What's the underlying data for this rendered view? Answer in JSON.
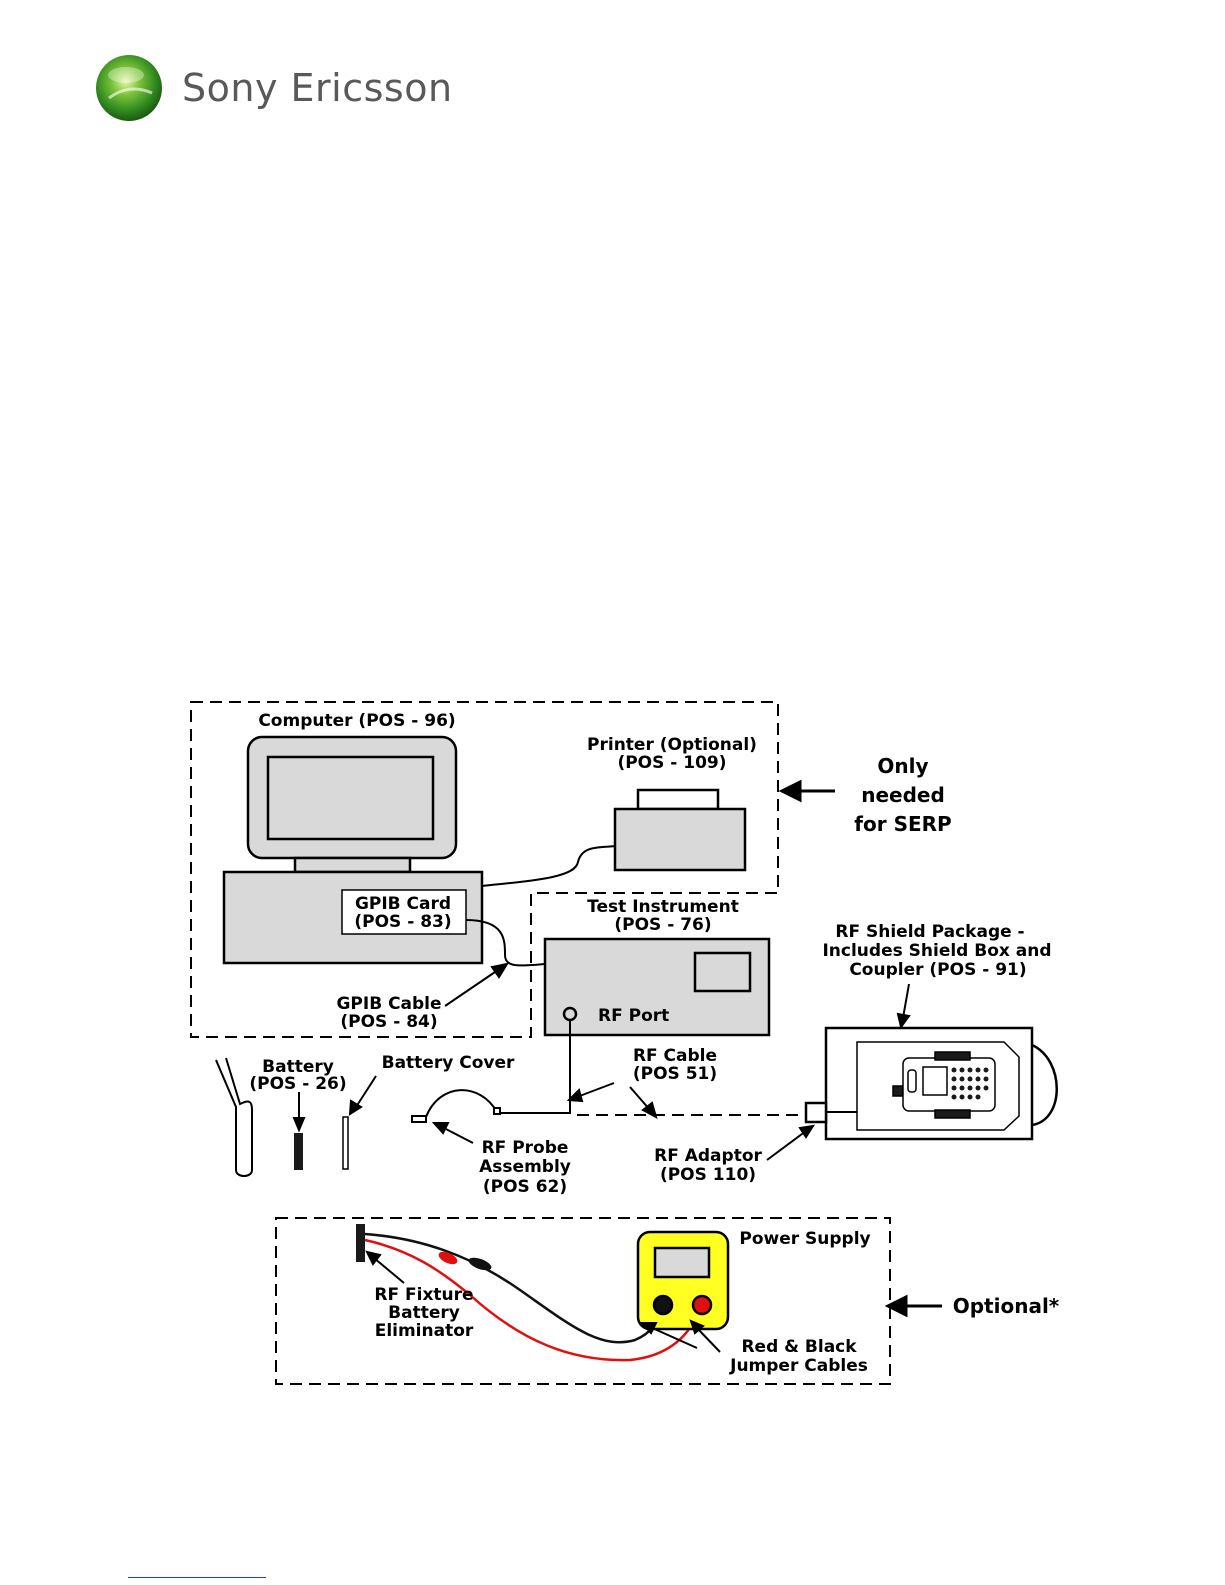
{
  "brand": {
    "name": "Sony Ericsson",
    "colors": {
      "sphere": "#2f8a1e",
      "sphere_light": "#c5ec7a",
      "text": "#595959"
    }
  },
  "diagram": {
    "colors": {
      "equipment": "#d9d9d9",
      "outline": "#000000",
      "power_supply": "#ffff22",
      "red_lead": "#e01010"
    },
    "labels": {
      "computer_1": "Computer (POS - 96)",
      "printer_1": "Printer (Optional)",
      "printer_2": "(POS - 109)",
      "serp_1": "Only",
      "serp_2": "needed",
      "serp_3": "for SERP",
      "gpib_card_1": "GPIB Card",
      "gpib_card_2": "(POS - 83)",
      "test_instrument_1": "Test Instrument",
      "test_instrument_2": "(POS - 76)",
      "rf_port": "RF Port",
      "gpib_cable_1": "GPIB Cable",
      "gpib_cable_2": "(POS - 84)",
      "shield_1": "RF Shield Package -",
      "shield_2": "Includes Shield Box and",
      "shield_3": "Coupler (POS - 91)",
      "battery_1": "Battery",
      "battery_2": "(POS - 26)",
      "battery_cover": "Battery Cover",
      "rf_cable_1": "RF Cable",
      "rf_cable_2": "(POS 51)",
      "rf_probe_1": "RF Probe",
      "rf_probe_2": "Assembly",
      "rf_probe_3": "(POS 62)",
      "rf_adaptor_1": "RF Adaptor",
      "rf_adaptor_2": "(POS 110)",
      "power_supply": "Power Supply",
      "optional": "Optional*",
      "fixture_1": "RF Fixture",
      "fixture_2": "Battery",
      "fixture_3": "Eliminator",
      "jumper_1": "Red & Black",
      "jumper_2": "Jumper Cables"
    }
  }
}
